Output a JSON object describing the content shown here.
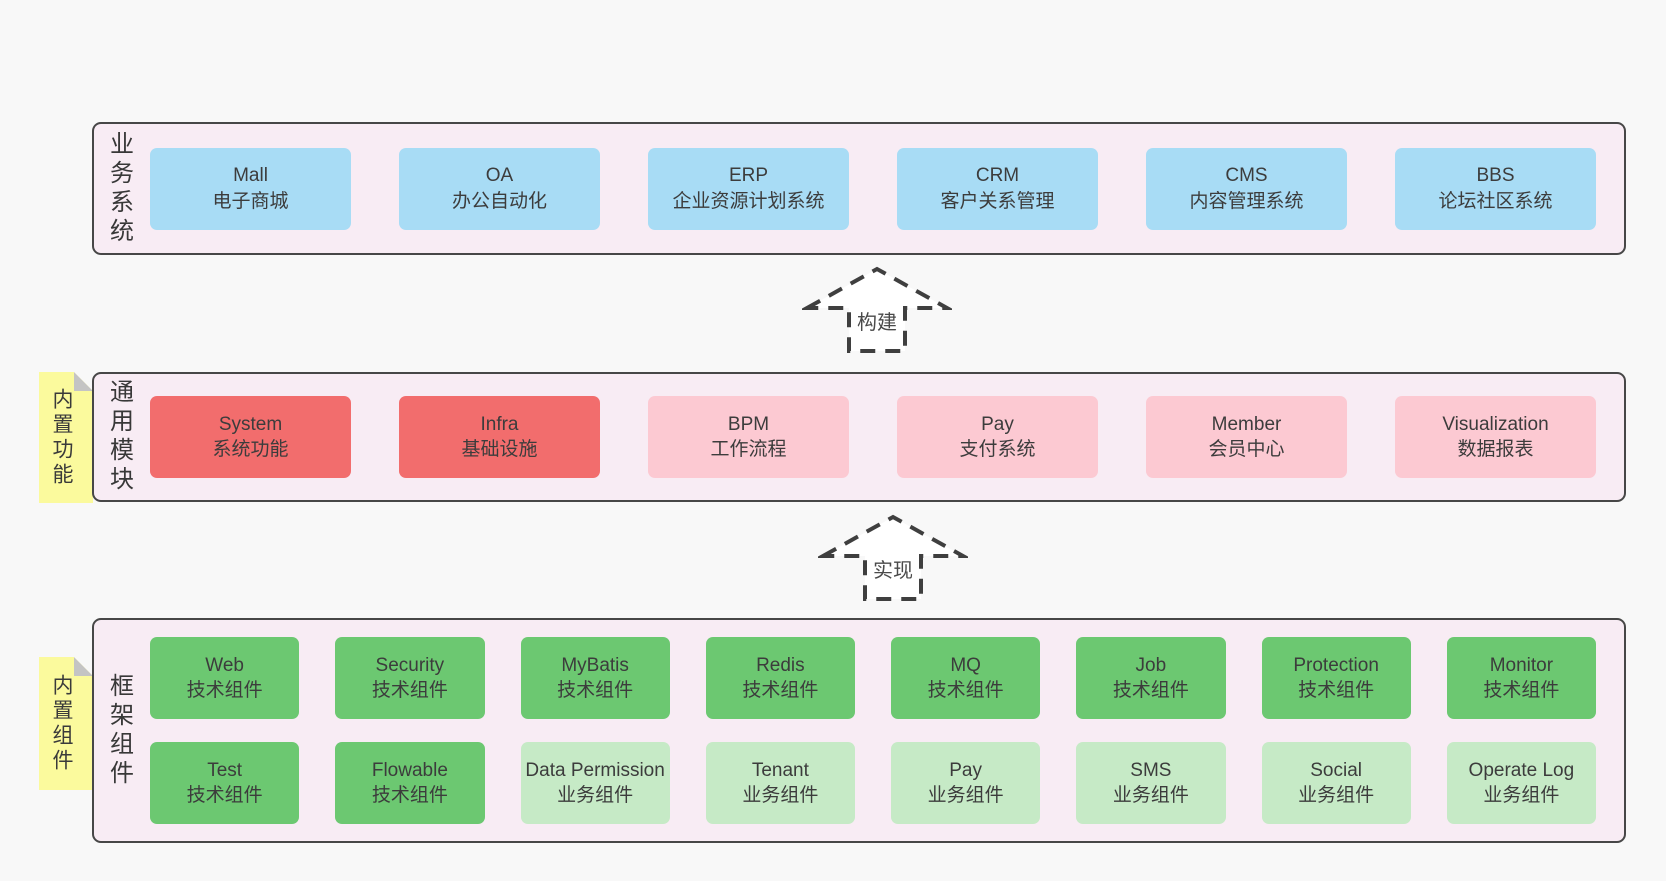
{
  "colors": {
    "page_background": "#f8f8f8",
    "container_background": "#f8ecf4",
    "container_border": "#474747",
    "blue_box": "#a8dcf5",
    "red_box": "#f26d6d",
    "pink_box": "#fcc9d2",
    "green_box": "#6cc871",
    "light_green_box": "#c6eac6",
    "sticky_note": "#fbfa9d"
  },
  "arrows": [
    {
      "label": "构建"
    },
    {
      "label": "实现"
    }
  ],
  "layers": [
    {
      "label": "业务系统",
      "note": "",
      "columns": 6,
      "boxes": [
        {
          "title": "Mall",
          "subtitle": "电子商城",
          "variant": "blue"
        },
        {
          "title": "OA",
          "subtitle": "办公自动化",
          "variant": "blue"
        },
        {
          "title": "ERP",
          "subtitle": "企业资源计划系统",
          "variant": "blue"
        },
        {
          "title": "CRM",
          "subtitle": "客户关系管理",
          "variant": "blue"
        },
        {
          "title": "CMS",
          "subtitle": "内容管理系统",
          "variant": "blue"
        },
        {
          "title": "BBS",
          "subtitle": "论坛社区系统",
          "variant": "blue"
        }
      ]
    },
    {
      "label": "通用模块",
      "note": "内置功能",
      "columns": 6,
      "boxes": [
        {
          "title": "System",
          "subtitle": "系统功能",
          "variant": "red"
        },
        {
          "title": "Infra",
          "subtitle": "基础设施",
          "variant": "red"
        },
        {
          "title": "BPM",
          "subtitle": "工作流程",
          "variant": "pink"
        },
        {
          "title": "Pay",
          "subtitle": "支付系统",
          "variant": "pink"
        },
        {
          "title": "Member",
          "subtitle": "会员中心",
          "variant": "pink"
        },
        {
          "title": "Visualization",
          "subtitle": "数据报表",
          "variant": "pink"
        }
      ]
    },
    {
      "label": "框架组件",
      "note": "内置组件",
      "columns": 8,
      "boxes": [
        {
          "title": "Web",
          "subtitle": "技术组件",
          "variant": "green"
        },
        {
          "title": "Security",
          "subtitle": "技术组件",
          "variant": "green"
        },
        {
          "title": "MyBatis",
          "subtitle": "技术组件",
          "variant": "green"
        },
        {
          "title": "Redis",
          "subtitle": "技术组件",
          "variant": "green"
        },
        {
          "title": "MQ",
          "subtitle": "技术组件",
          "variant": "green"
        },
        {
          "title": "Job",
          "subtitle": "技术组件",
          "variant": "green"
        },
        {
          "title": "Protection",
          "subtitle": "技术组件",
          "variant": "green"
        },
        {
          "title": "Monitor",
          "subtitle": "技术组件",
          "variant": "green"
        },
        {
          "title": "Test",
          "subtitle": "技术组件",
          "variant": "green"
        },
        {
          "title": "Flowable",
          "subtitle": "技术组件",
          "variant": "green"
        },
        {
          "title": "Data Permission",
          "subtitle": "业务组件",
          "variant": "lightgreen"
        },
        {
          "title": "Tenant",
          "subtitle": "业务组件",
          "variant": "lightgreen"
        },
        {
          "title": "Pay",
          "subtitle": "业务组件",
          "variant": "lightgreen"
        },
        {
          "title": "SMS",
          "subtitle": "业务组件",
          "variant": "lightgreen"
        },
        {
          "title": "Social",
          "subtitle": "业务组件",
          "variant": "lightgreen"
        },
        {
          "title": "Operate Log",
          "subtitle": "业务组件",
          "variant": "lightgreen"
        }
      ]
    }
  ]
}
